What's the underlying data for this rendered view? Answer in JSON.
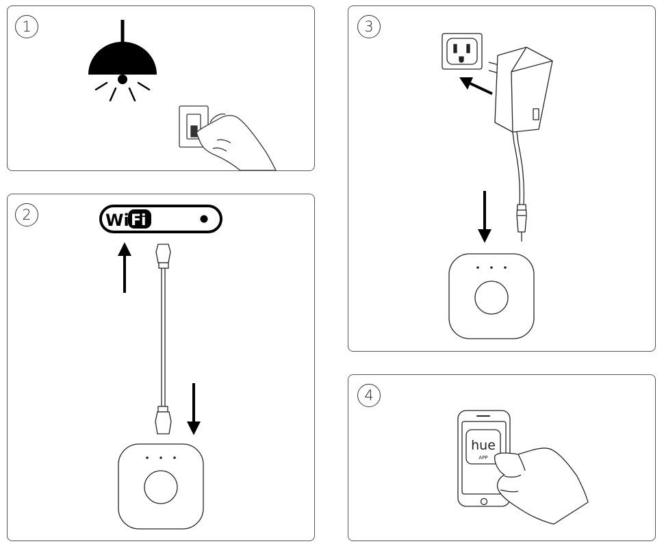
{
  "steps": [
    {
      "number": "1",
      "illustration": "lamp-and-light-switch"
    },
    {
      "number": "2",
      "illustration": "router-ethernet-bridge",
      "router_logo": {
        "left": "Wi",
        "right": "Fi"
      }
    },
    {
      "number": "3",
      "illustration": "power-adapter-bridge"
    },
    {
      "number": "4",
      "illustration": "phone-hue-app",
      "app": {
        "name": "hue",
        "sub": "APP"
      }
    }
  ],
  "colors": {
    "stroke": "#333333",
    "fill": "#000000",
    "panel_border": "#555555"
  }
}
